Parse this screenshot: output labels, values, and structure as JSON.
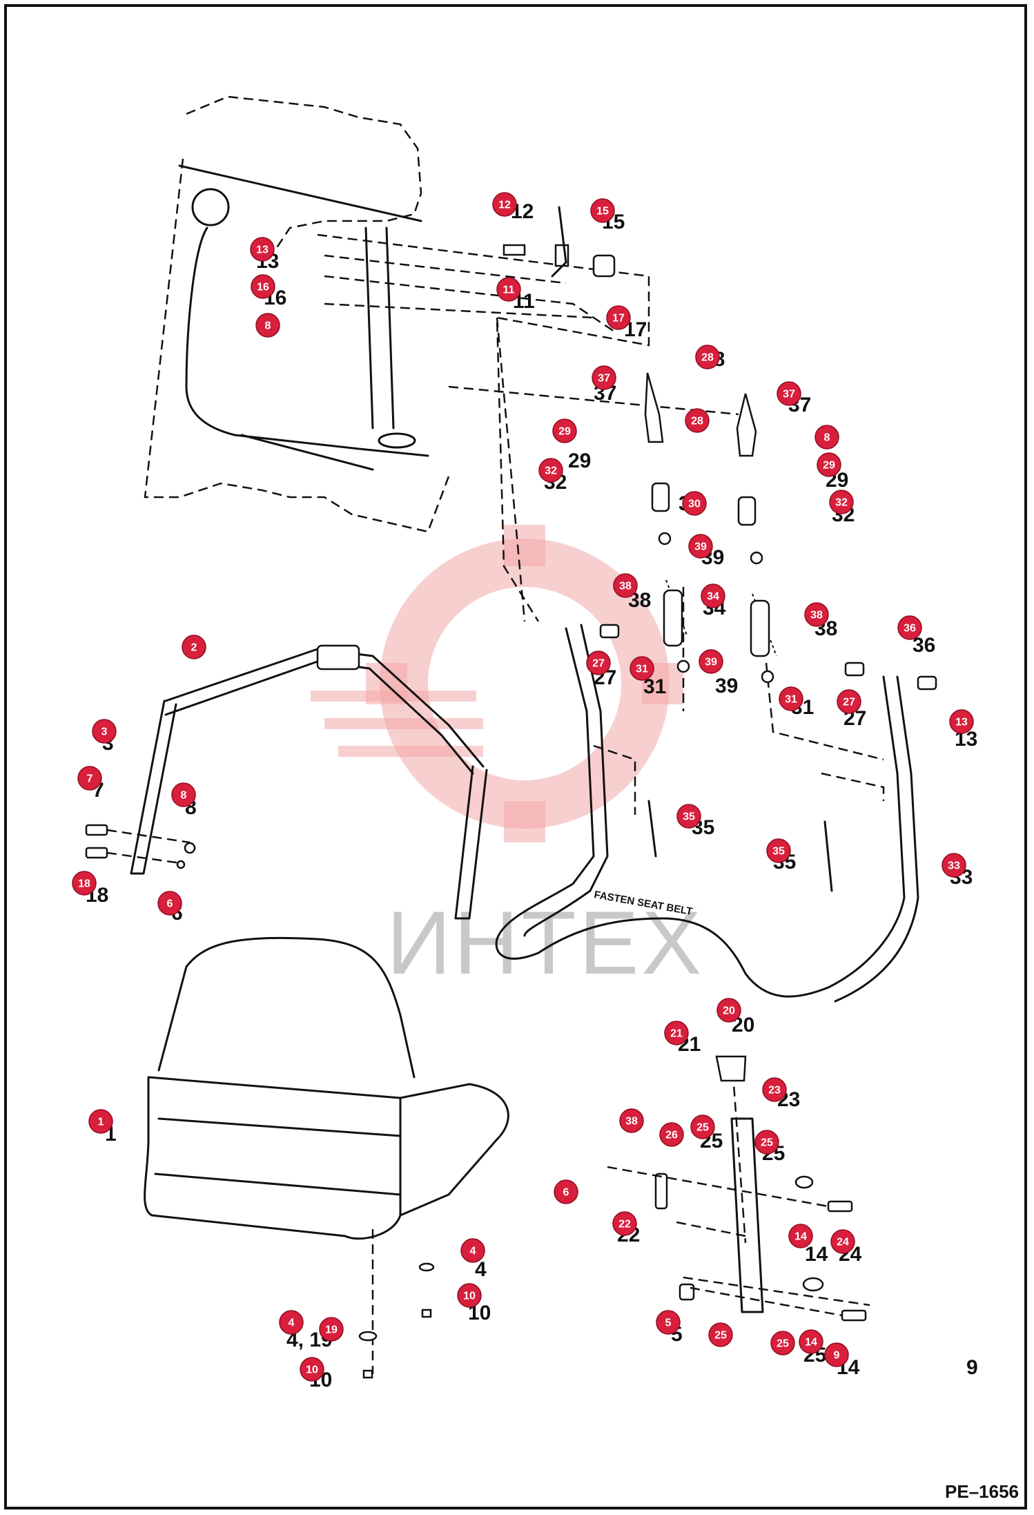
{
  "diagram": {
    "code": "PE–1656",
    "watermark_text": "ИНТЕХ",
    "decal_text": "FASTEN SEAT BELT",
    "callouts": [
      {
        "label": "12"
      },
      {
        "label": "15"
      },
      {
        "label": "13"
      },
      {
        "label": "16"
      },
      {
        "label": "11"
      },
      {
        "label": "8"
      },
      {
        "label": "17"
      },
      {
        "label": "28"
      },
      {
        "label": "37"
      },
      {
        "label": "37"
      },
      {
        "label": "28"
      },
      {
        "label": "29"
      },
      {
        "label": "8"
      },
      {
        "label": "32"
      },
      {
        "label": "29"
      },
      {
        "label": "30"
      },
      {
        "label": "32"
      },
      {
        "label": "39"
      },
      {
        "label": "38"
      },
      {
        "label": "34"
      },
      {
        "label": "38"
      },
      {
        "label": "36"
      },
      {
        "label": "2"
      },
      {
        "label": "27"
      },
      {
        "label": "31"
      },
      {
        "label": "39"
      },
      {
        "label": "31"
      },
      {
        "label": "27"
      },
      {
        "label": "3"
      },
      {
        "label": "13"
      },
      {
        "label": "7"
      },
      {
        "label": "8"
      },
      {
        "label": "35"
      },
      {
        "label": "35"
      },
      {
        "label": "33"
      },
      {
        "label": "18"
      },
      {
        "label": "6"
      },
      {
        "label": "20"
      },
      {
        "label": "21"
      },
      {
        "label": "23"
      },
      {
        "label": "1"
      },
      {
        "label": "38"
      },
      {
        "label": "26"
      },
      {
        "label": "25"
      },
      {
        "label": "25"
      },
      {
        "label": "6"
      },
      {
        "label": "22"
      },
      {
        "label": "14"
      },
      {
        "label": "24"
      },
      {
        "label": "4"
      },
      {
        "label": "10"
      },
      {
        "label": "4"
      },
      {
        "label": "19"
      },
      {
        "label": "5"
      },
      {
        "label": "25"
      },
      {
        "label": "25"
      },
      {
        "label": "14"
      },
      {
        "label": "9"
      },
      {
        "label": "10"
      }
    ],
    "plain_labels": [
      {
        "text": "12"
      },
      {
        "text": "15"
      },
      {
        "text": "13"
      },
      {
        "text": "16"
      },
      {
        "text": "11"
      },
      {
        "text": "17"
      },
      {
        "text": "28"
      },
      {
        "text": "37"
      },
      {
        "text": "37"
      },
      {
        "text": "29"
      },
      {
        "text": "32"
      },
      {
        "text": "29"
      },
      {
        "text": "30"
      },
      {
        "text": "32"
      },
      {
        "text": "39"
      },
      {
        "text": "38"
      },
      {
        "text": "34"
      },
      {
        "text": "38"
      },
      {
        "text": "36"
      },
      {
        "text": "27"
      },
      {
        "text": "31"
      },
      {
        "text": "39"
      },
      {
        "text": "31"
      },
      {
        "text": "27"
      },
      {
        "text": "3"
      },
      {
        "text": "13"
      },
      {
        "text": "7"
      },
      {
        "text": "8"
      },
      {
        "text": "35"
      },
      {
        "text": "35"
      },
      {
        "text": "33"
      },
      {
        "text": "18"
      },
      {
        "text": "6"
      },
      {
        "text": "20"
      },
      {
        "text": "21"
      },
      {
        "text": "23"
      },
      {
        "text": "1"
      },
      {
        "text": "25"
      },
      {
        "text": "25"
      },
      {
        "text": "22"
      },
      {
        "text": "14"
      },
      {
        "text": "24"
      },
      {
        "text": "4"
      },
      {
        "text": "10"
      },
      {
        "text": "4, 19"
      },
      {
        "text": "10"
      },
      {
        "text": "5"
      },
      {
        "text": "25"
      },
      {
        "text": "14"
      },
      {
        "text": "9"
      }
    ]
  }
}
